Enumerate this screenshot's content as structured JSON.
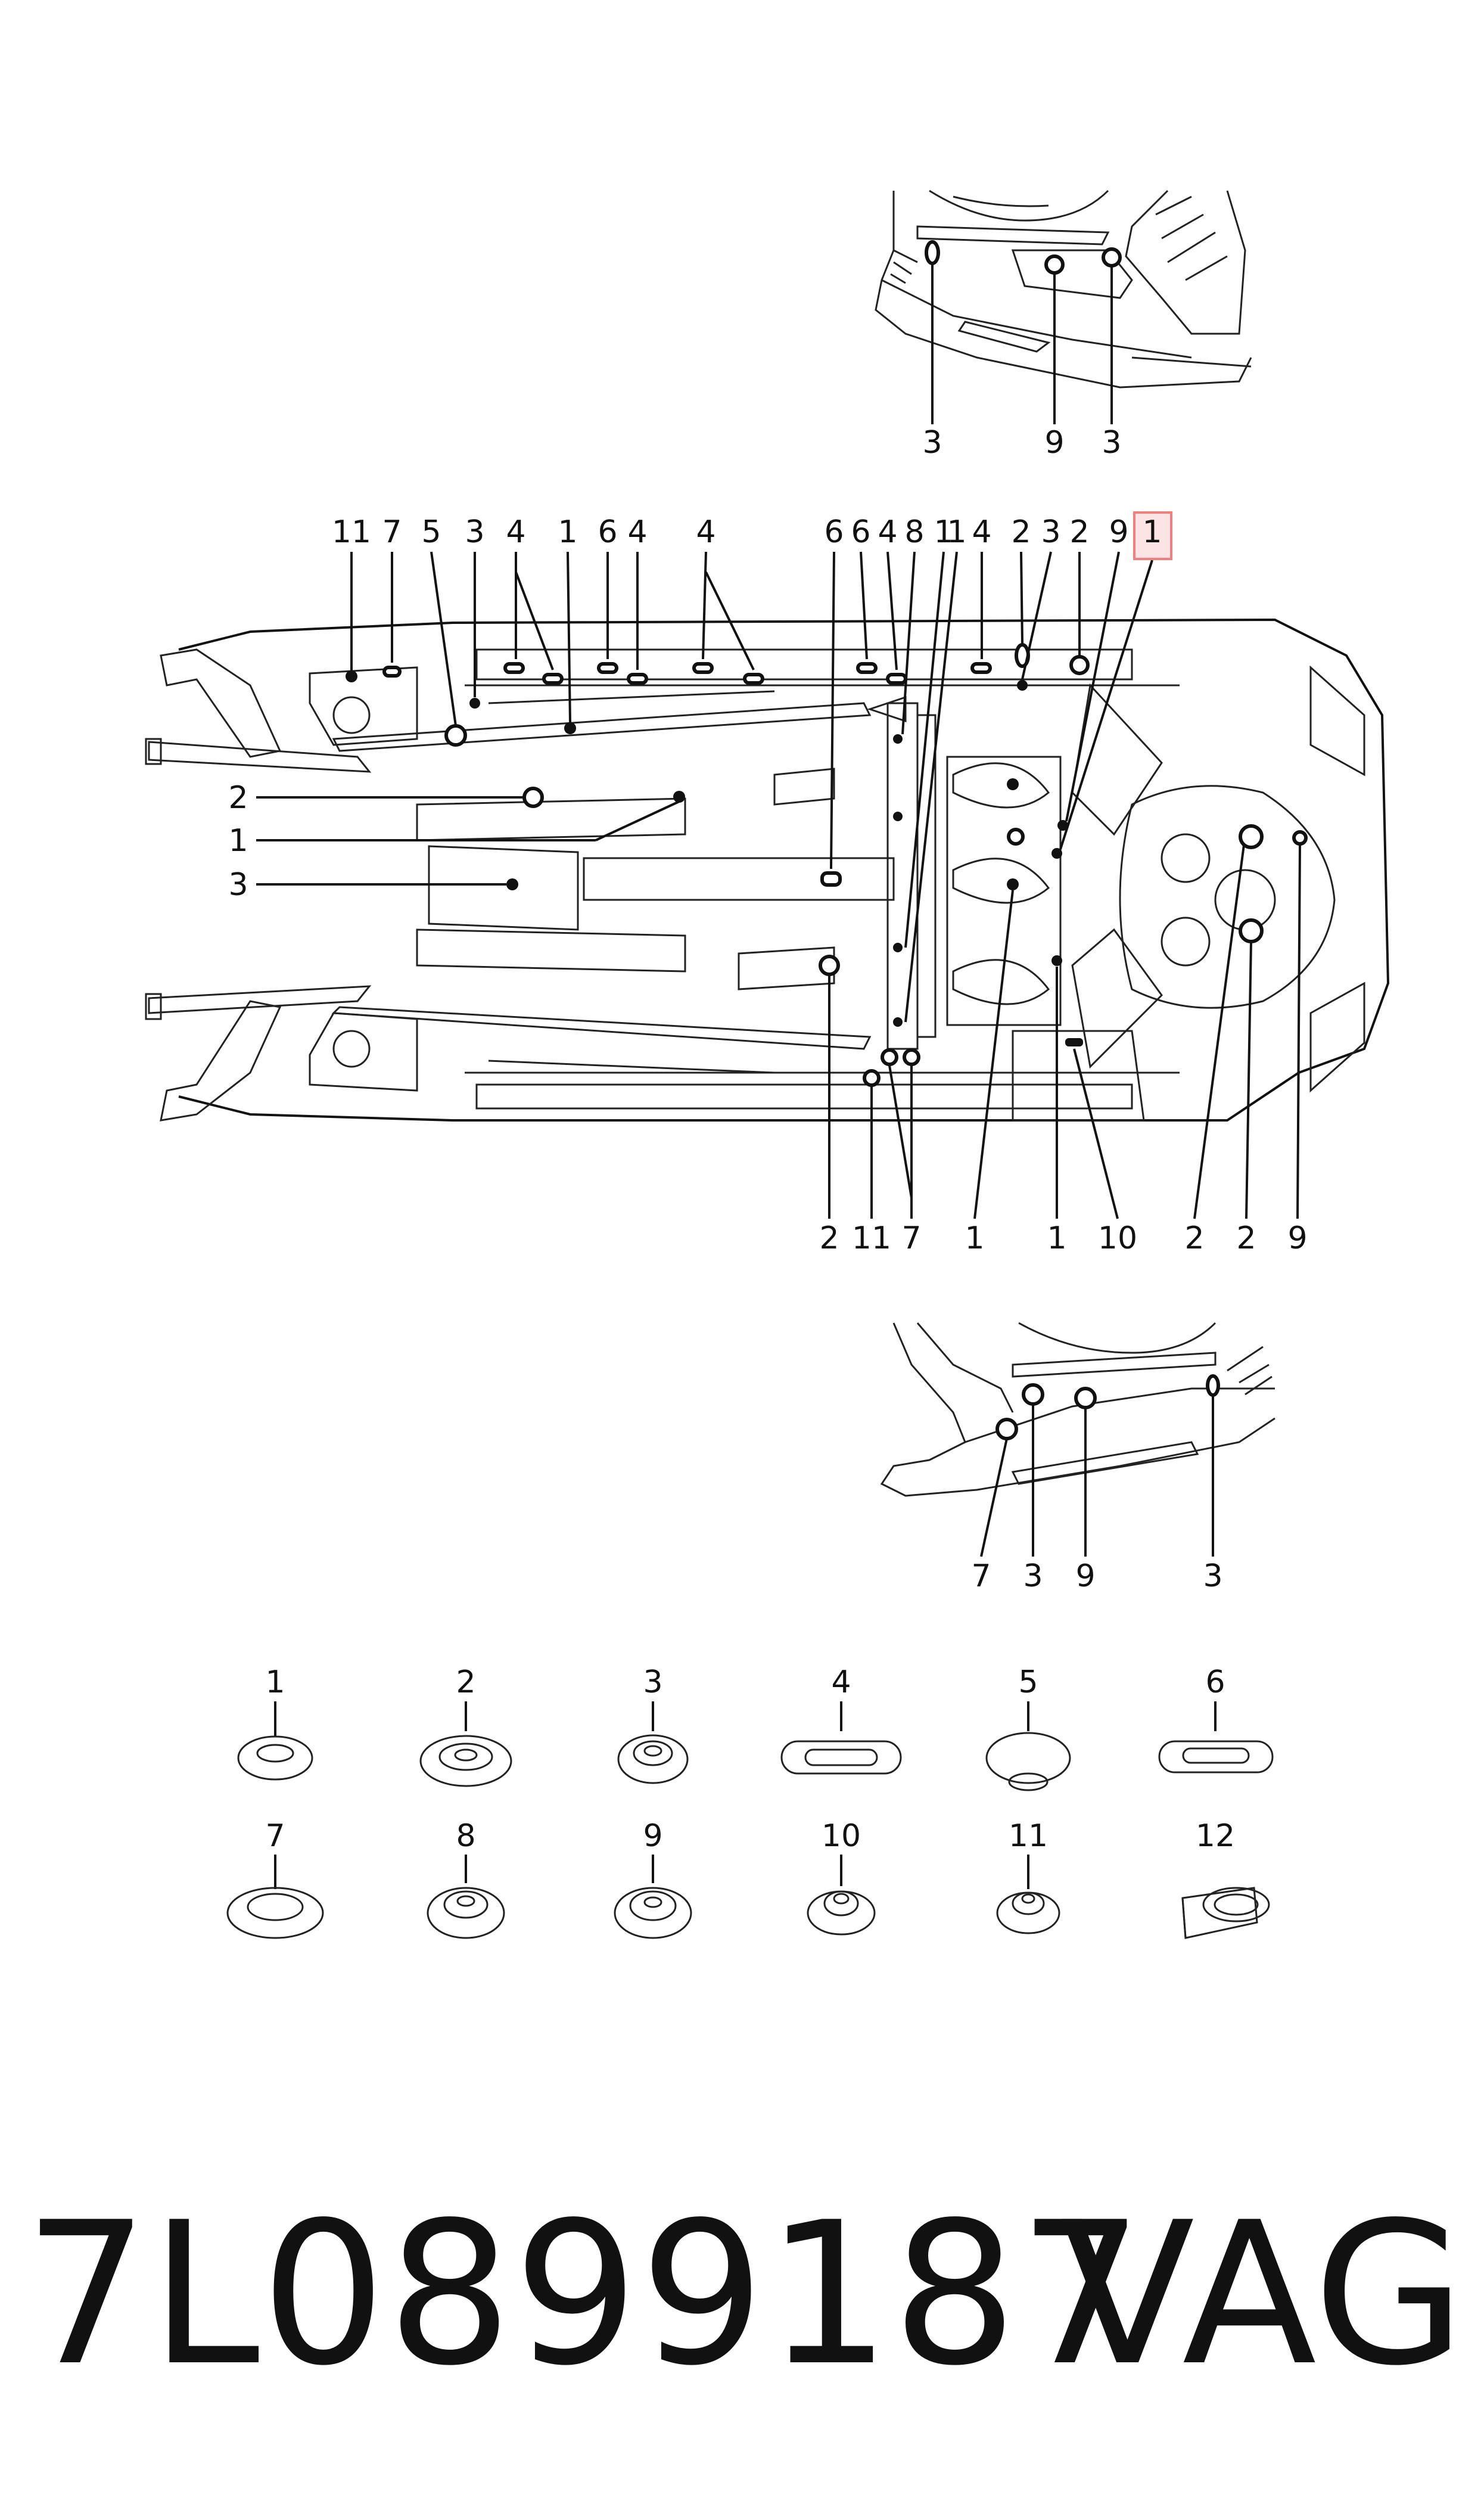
{
  "diagram": {
    "highlight_color": "#f08080",
    "top_inset_callouts": [
      "3",
      "9",
      "3"
    ],
    "main_top_callouts": [
      "11",
      "7",
      "5",
      "3",
      "4",
      "1",
      "6",
      "4",
      "4",
      "6",
      "6",
      "4",
      "8",
      "1",
      "1",
      "4",
      "2",
      "3",
      "2",
      "9",
      "1"
    ],
    "main_left_callouts": [
      "2",
      "1",
      "3"
    ],
    "main_bottom_callouts": [
      "2",
      "11",
      "7",
      "1",
      "1",
      "10",
      "2",
      "2",
      "9"
    ],
    "bottom_inset_callouts": [
      "7",
      "3",
      "9",
      "3"
    ],
    "parts_row1": [
      "1",
      "2",
      "3",
      "4",
      "5",
      "6"
    ],
    "parts_row2": [
      "7",
      "8",
      "9",
      "10",
      "11",
      "12"
    ]
  },
  "footer": {
    "part_number": "7L0899187",
    "brand": "VAG"
  }
}
